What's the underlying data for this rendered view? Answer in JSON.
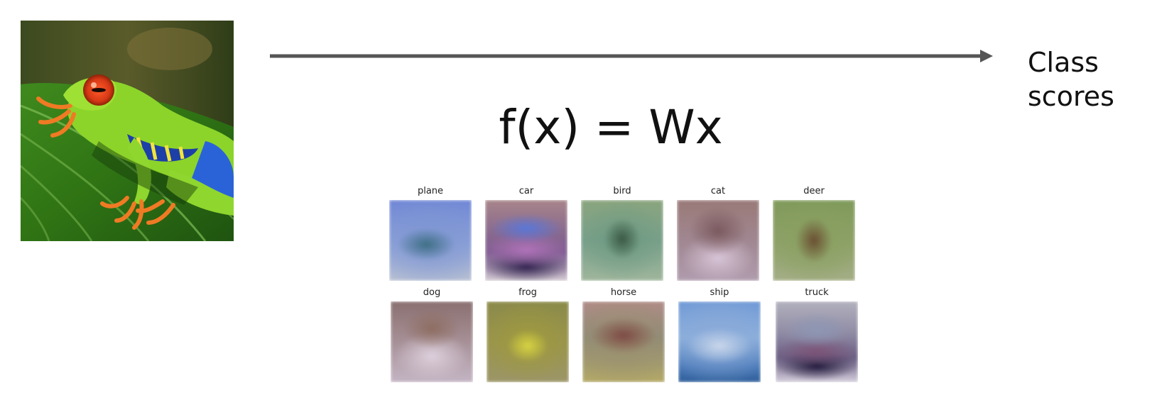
{
  "input_image": {
    "icon": "frog-photo-icon"
  },
  "output_label": {
    "line1": "Class",
    "line2": "scores"
  },
  "formula": "f(x) = Wx",
  "templates": [
    {
      "label": "plane"
    },
    {
      "label": "car"
    },
    {
      "label": "bird"
    },
    {
      "label": "cat"
    },
    {
      "label": "deer"
    },
    {
      "label": "dog"
    },
    {
      "label": "frog"
    },
    {
      "label": "horse"
    },
    {
      "label": "ship"
    },
    {
      "label": "truck"
    }
  ],
  "colors": {
    "arrow": "#555555",
    "text": "#111111"
  }
}
